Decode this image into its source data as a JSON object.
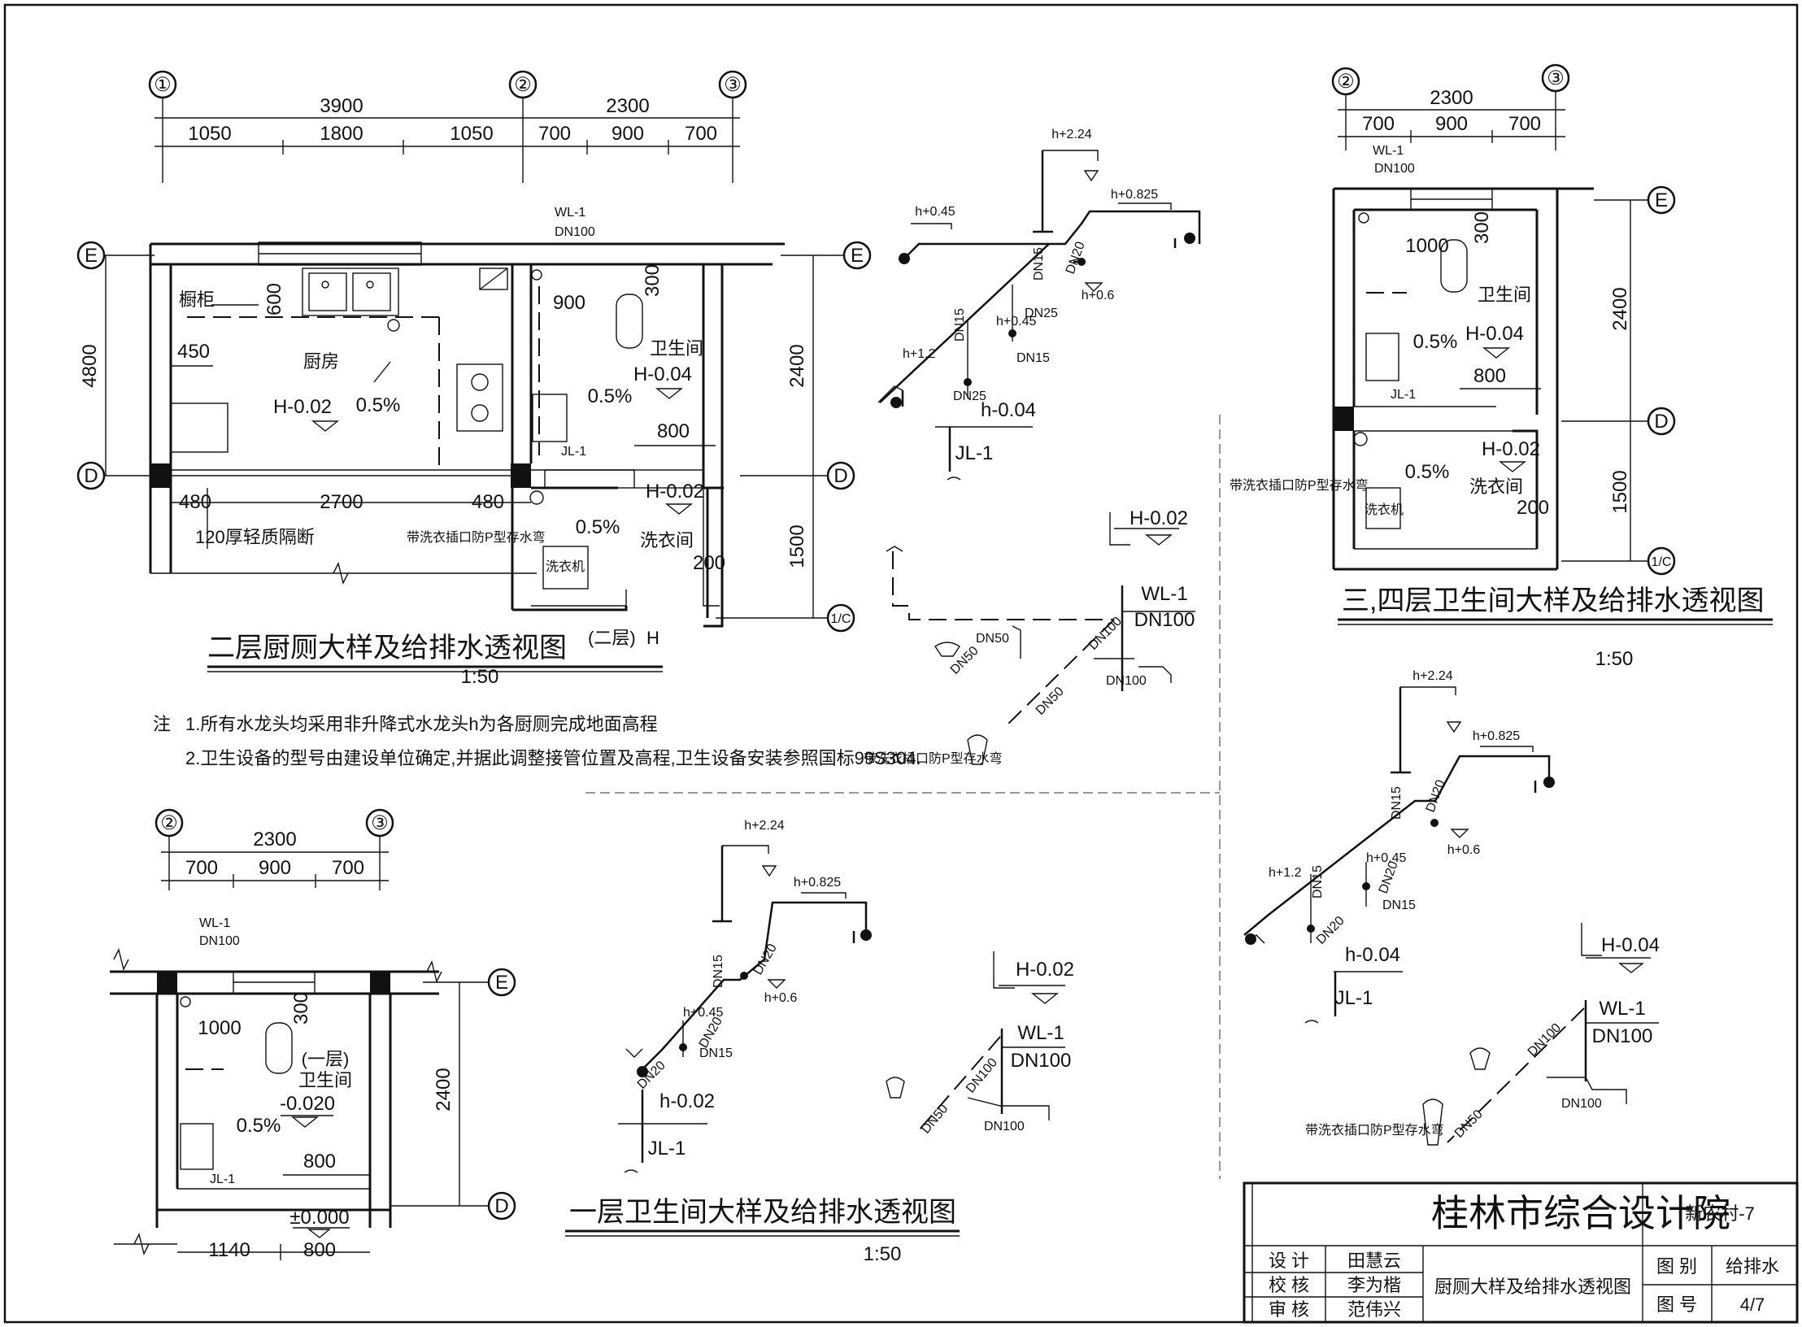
{
  "second_floor": {
    "title": "二层厨厕大样及给排水透视图",
    "scale": "1:50",
    "floor_tag": "(二层)",
    "floor_h": "H",
    "axes": [
      "①",
      "②",
      "③",
      "E",
      "D",
      "1/C"
    ],
    "dims_top_total": [
      "3900",
      "2300"
    ],
    "dims_top": [
      "1050",
      "1800",
      "1050",
      "700",
      "900",
      "700"
    ],
    "dim_left": "4800",
    "dims_right": [
      "2400",
      "1500"
    ],
    "dims_bottom": [
      "480",
      "2700",
      "480"
    ],
    "kitchen": {
      "cabinet": "橱柜",
      "name": "厨房",
      "level": "H-0.02",
      "slope": "0.5%",
      "d600": "600",
      "d450": "450"
    },
    "partition": "120厚轻质隔断",
    "pipe": {
      "id": "WL-1",
      "dn": "DN100"
    },
    "bath": {
      "name": "卫生间",
      "level": "H-0.04",
      "slope": "0.5%",
      "d900": "900",
      "d300": "300",
      "d800": "800",
      "jl": "JL-1"
    },
    "laundry": {
      "name": "洗衣间",
      "level": "H-0.02",
      "slope": "0.5%",
      "d200": "200",
      "washer": "洗衣机"
    },
    "floor_drain": "带洗衣插口防P型存水弯"
  },
  "notes": {
    "label": "注",
    "n1": "1.所有水龙头均采用非升降式水龙头h为各厨厕完成地面高程",
    "n2": "2.卫生设备的型号由建设单位确定,并据此调整接管位置及高程,卫生设备安装参照国标99S304."
  },
  "supply_iso": {
    "h224": "h+2.24",
    "h0825": "h+0.825",
    "h045": "h+0.45",
    "h12": "h+1.2",
    "h06": "h+0.6",
    "dn15": "DN15",
    "dn20": "DN20",
    "dn25": "DN25",
    "hm004": "h-0.04",
    "hm002": "h-0.02",
    "jl": "JL-1"
  },
  "drain_iso": {
    "level": "H-0.02",
    "level2": "H-0.04",
    "wl": "WL-1",
    "dn100": "DN100",
    "dn50": "DN50",
    "drain": "带洗衣插口防P型存水弯"
  },
  "third_fourth": {
    "title": "三,四层卫生间大样及给排水透视图",
    "scale": "1:50",
    "dims": [
      "2300",
      "700",
      "900",
      "700",
      "1000",
      "300",
      "800",
      "200",
      "2400",
      "1500"
    ],
    "levels": [
      "H-0.04",
      "H-0.02"
    ],
    "bath": "卫生间",
    "laundry": "洗衣间",
    "washer": "洗衣机",
    "slope": "0.5%",
    "wl": "WL-1",
    "dn": "DN100",
    "jl": "JL-1"
  },
  "first_floor": {
    "title": "一层卫生间大样及给排水透视图",
    "scale": "1:50",
    "dims_top": [
      "2300",
      "700",
      "900",
      "700"
    ],
    "d1000": "1000",
    "d300": "300",
    "d800": "800",
    "d2400": "2400",
    "d1140": "1140",
    "d800b": "800",
    "floor": "(一层)",
    "bath": "卫生间",
    "level": "-0.020",
    "level0": "±0.000",
    "slope": "0.5%",
    "wl": "WL-1",
    "dn": "DN100",
    "jl": "JL-1"
  },
  "title_block": {
    "institute": "桂林市综合设计院",
    "project": "新农村-7",
    "rows": [
      {
        "role": "设 计",
        "name": "田慧云"
      },
      {
        "role": "校 核",
        "name": "李为楷"
      },
      {
        "role": "审 核",
        "name": "范伟兴"
      }
    ],
    "drawing_name": "厨厕大样及给排水透视图",
    "category_label": "图 别",
    "category": "给排水",
    "number_label": "图 号",
    "number": "4/7"
  }
}
